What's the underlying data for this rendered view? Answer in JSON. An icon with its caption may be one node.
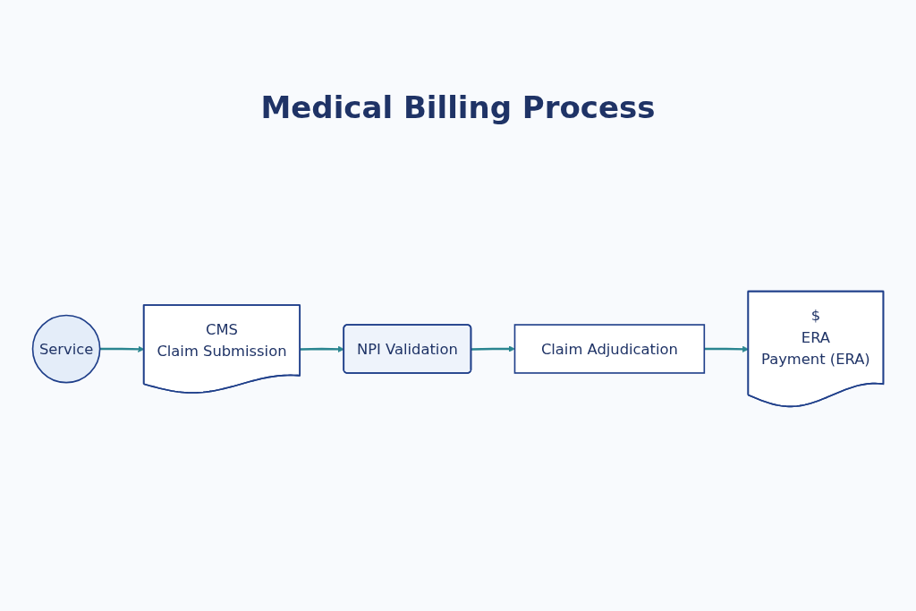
{
  "diagram": {
    "title": "Medical Billing Process",
    "nodes": [
      {
        "text": [
          "Service"
        ]
      },
      {
        "text": [
          "CMS",
          "Claim Submission"
        ]
      },
      {
        "text": [
          "NPI Validation"
        ]
      },
      {
        "text": [
          "Claim Adjudication"
        ]
      },
      {
        "text": [
          "$",
          "ERA",
          "Payment (ERA)"
        ]
      }
    ],
    "edges": [
      {
        "from": 0,
        "to": 1,
        "arrow": "to"
      },
      {
        "from": 1,
        "to": 2,
        "arrow": "to"
      },
      {
        "from": 2,
        "to": 3,
        "arrow": "to"
      },
      {
        "from": 3,
        "to": 4,
        "arrow": "to"
      }
    ]
  }
}
